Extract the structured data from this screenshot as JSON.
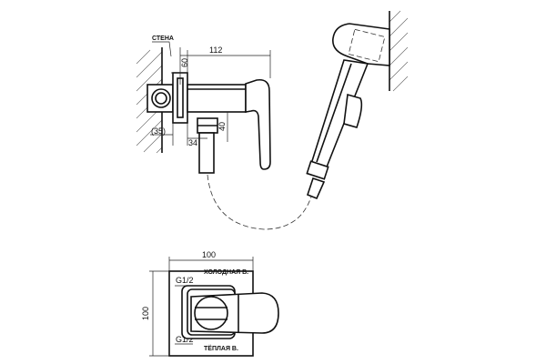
{
  "dimensions": {
    "length_112": "112",
    "height_60": "60",
    "depth_40": "40",
    "offset_34": "34",
    "wall_35": "(35)",
    "width_100": "100",
    "height_100": "100"
  },
  "labels": {
    "wall": "СТЕНА",
    "cold_water": "ХОЛОДНАЯ В.",
    "hot_water": "ТЁПЛАЯ В.",
    "thread_top": "G1/2",
    "thread_bottom": "G1/2"
  }
}
